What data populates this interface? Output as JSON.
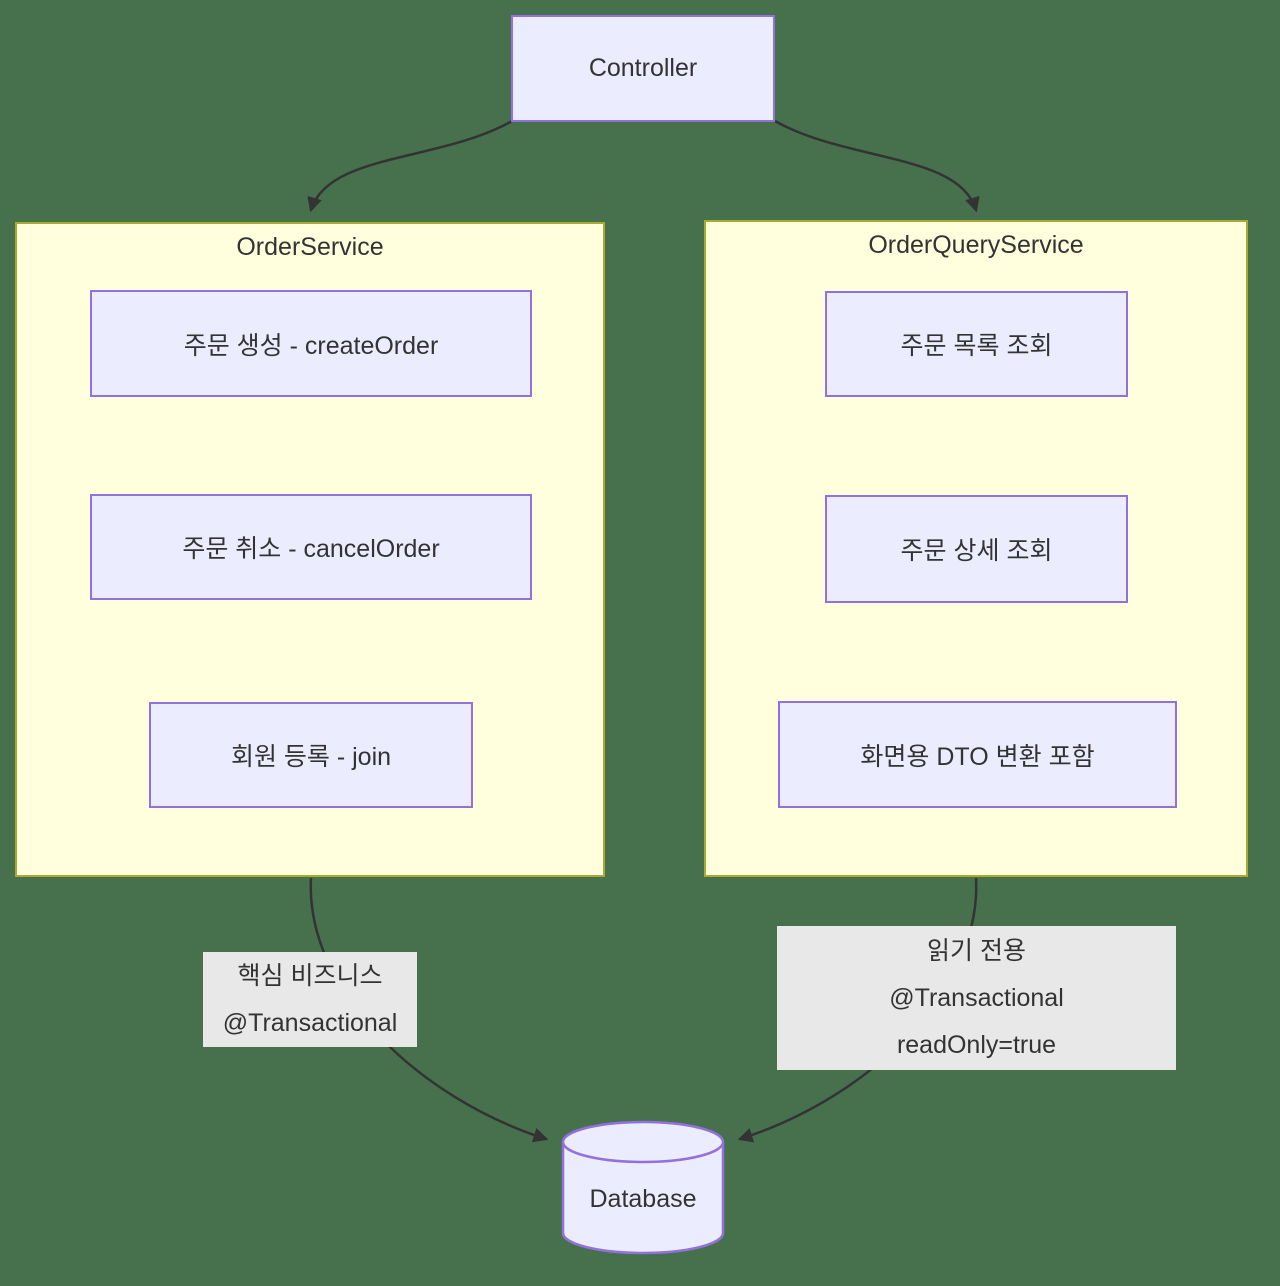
{
  "diagram": {
    "type": "flowchart",
    "colors": {
      "background": "#47714D",
      "node_fill": "#ECECFF",
      "node_border": "#9370DB",
      "subgraph_fill": "#FFFFDE",
      "subgraph_border": "#AAAA33",
      "edge_color": "#333333",
      "edge_label_bg": "#E8E8E8",
      "text": "#333333"
    },
    "nodes": {
      "controller": {
        "label": "Controller"
      },
      "database": {
        "label": "Database"
      }
    },
    "subgraphs": {
      "order_service": {
        "title": "OrderService",
        "items": [
          {
            "label": "주문 생성 - createOrder"
          },
          {
            "label": "주문 취소 - cancelOrder"
          },
          {
            "label": "회원 등록 - join"
          }
        ]
      },
      "order_query_service": {
        "title": "OrderQueryService",
        "items": [
          {
            "label": "주문 목록 조회"
          },
          {
            "label": "주문 상세 조회"
          },
          {
            "label": "화면용 DTO 변환 포함"
          }
        ]
      }
    },
    "edges": [
      {
        "from": "Controller",
        "to": "OrderService"
      },
      {
        "from": "Controller",
        "to": "OrderQueryService"
      },
      {
        "from": "OrderService",
        "to": "Database",
        "label_lines": [
          "핵심 비즈니스",
          "@Transactional"
        ]
      },
      {
        "from": "OrderQueryService",
        "to": "Database",
        "label_lines": [
          "읽기 전용",
          "@Transactional",
          "readOnly=true"
        ]
      }
    ]
  }
}
